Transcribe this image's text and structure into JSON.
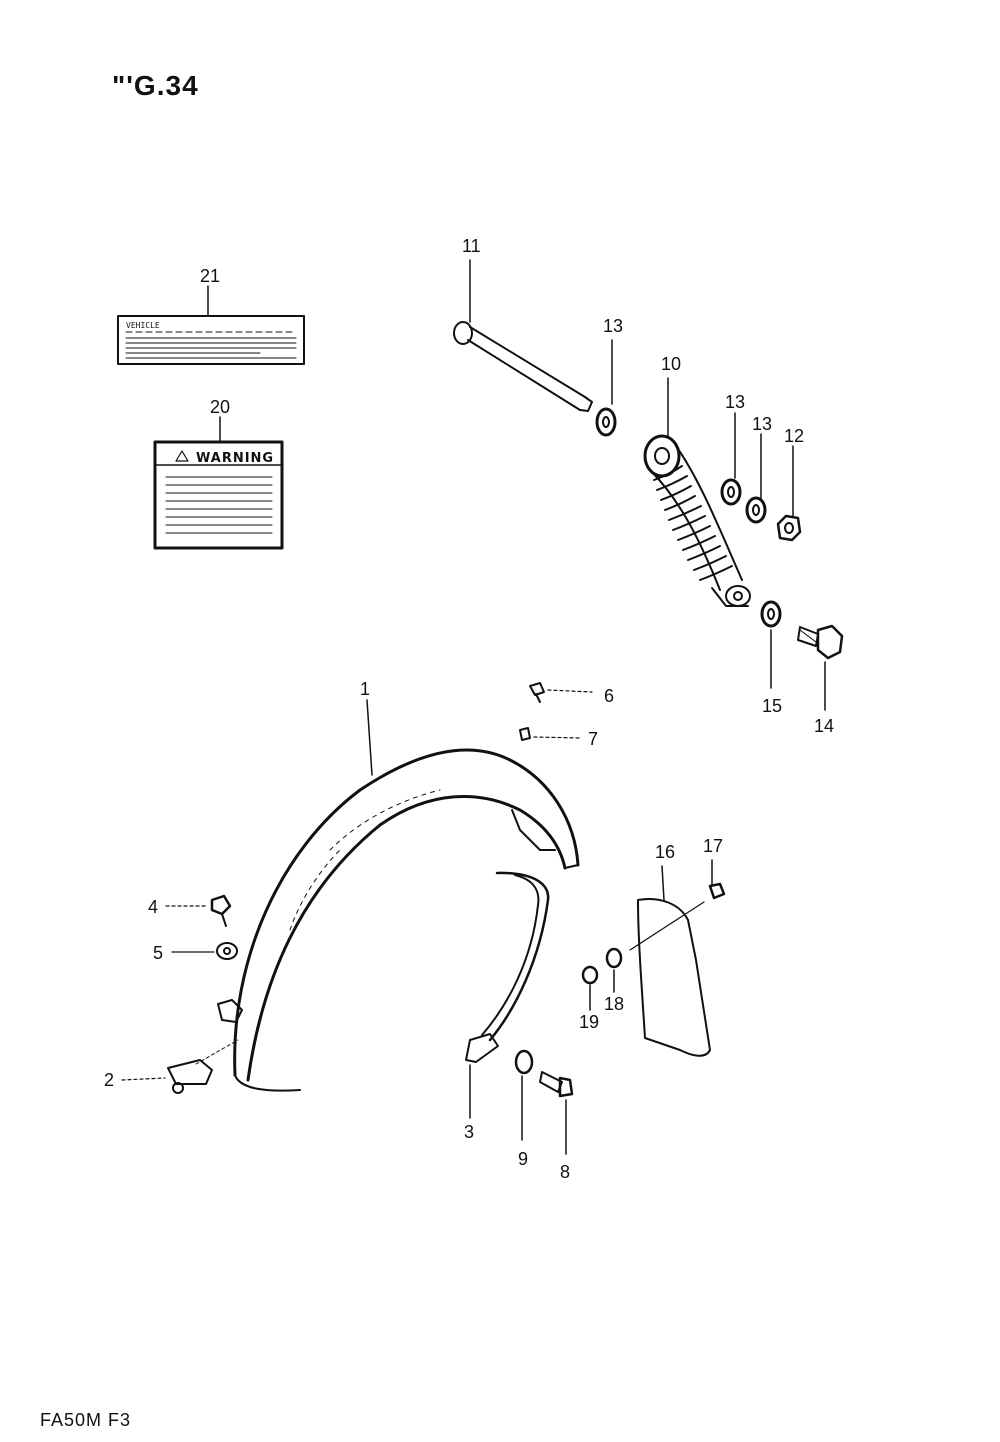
{
  "figure": {
    "title": "\"'G.34",
    "footer_code": "FA50M F3"
  },
  "decals": {
    "warning_heading": "WARNING",
    "info_heading": "VEHICLE"
  },
  "callouts": [
    {
      "id": "c1",
      "text": "1"
    },
    {
      "id": "c2",
      "text": "2"
    },
    {
      "id": "c3",
      "text": "3"
    },
    {
      "id": "c4",
      "text": "4"
    },
    {
      "id": "c5",
      "text": "5"
    },
    {
      "id": "c6",
      "text": "6"
    },
    {
      "id": "c7",
      "text": "7"
    },
    {
      "id": "c8",
      "text": "8"
    },
    {
      "id": "c9",
      "text": "9"
    },
    {
      "id": "c10",
      "text": "10"
    },
    {
      "id": "c11",
      "text": "11"
    },
    {
      "id": "c12",
      "text": "12"
    },
    {
      "id": "c13a",
      "text": "13"
    },
    {
      "id": "c13b",
      "text": "13"
    },
    {
      "id": "c13c",
      "text": "13"
    },
    {
      "id": "c14",
      "text": "14"
    },
    {
      "id": "c15",
      "text": "15"
    },
    {
      "id": "c16",
      "text": "16"
    },
    {
      "id": "c17",
      "text": "17"
    },
    {
      "id": "c18",
      "text": "18"
    },
    {
      "id": "c19",
      "text": "19"
    },
    {
      "id": "c20",
      "text": "20"
    },
    {
      "id": "c21",
      "text": "21"
    }
  ]
}
